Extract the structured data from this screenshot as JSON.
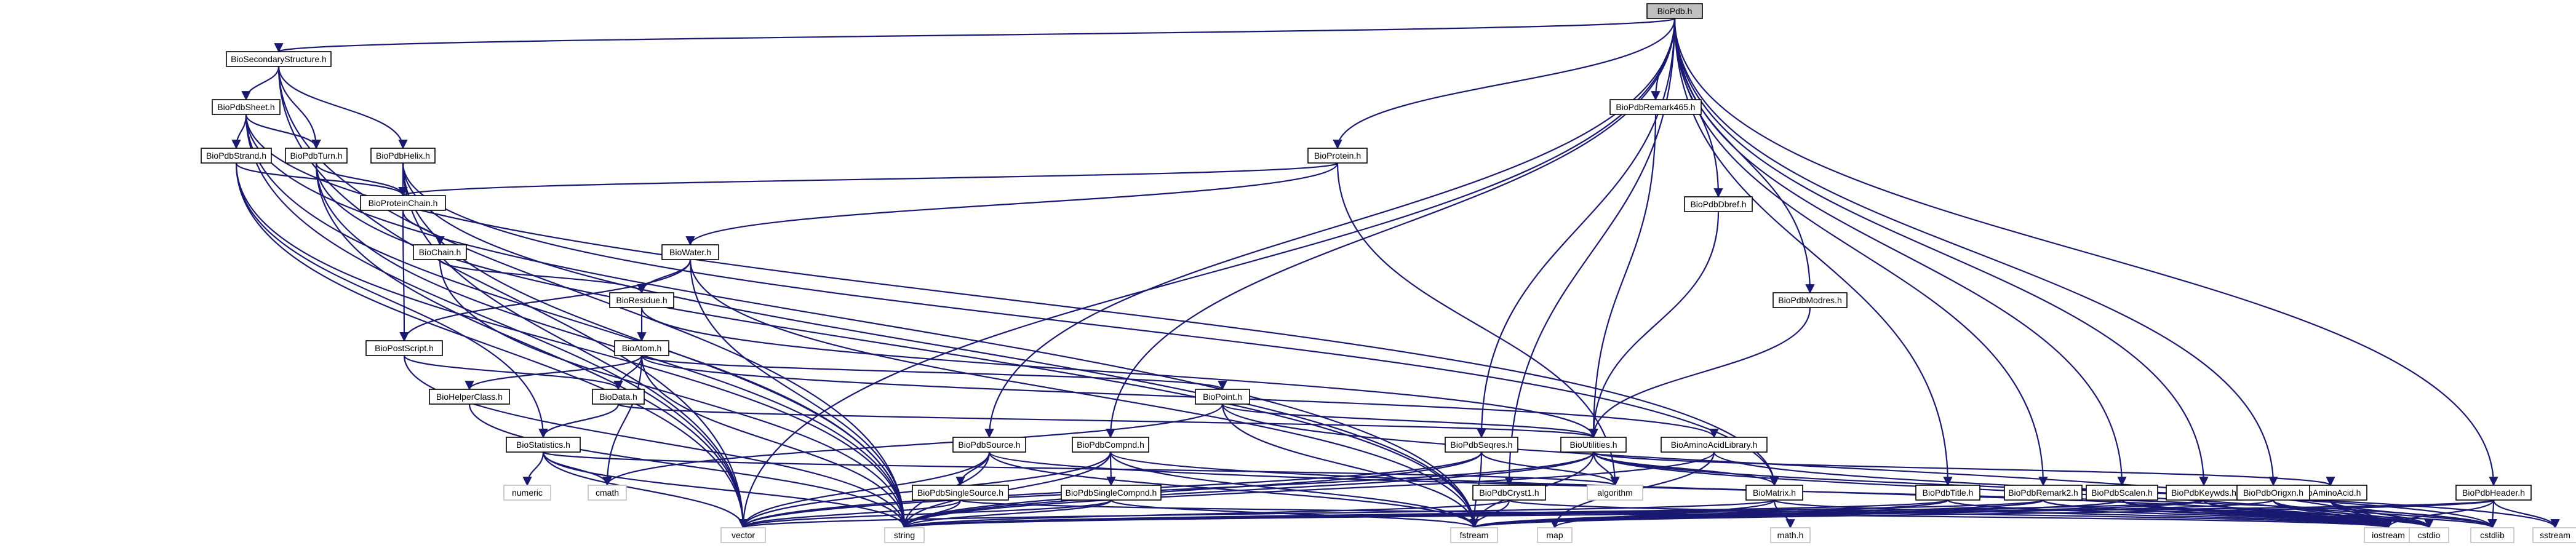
{
  "diagram": {
    "type": "include-dependency-graph",
    "root": "BioPdb.h",
    "nodes": [
      {
        "id": "BioPdb",
        "label": "BioPdb.h",
        "kind": "root"
      },
      {
        "id": "BioSecondaryStructure",
        "label": "BioSecondaryStructure.h",
        "kind": "file"
      },
      {
        "id": "BioPdbSheet",
        "label": "BioPdbSheet.h",
        "kind": "file"
      },
      {
        "id": "BioPdbStrand",
        "label": "BioPdbStrand.h",
        "kind": "file"
      },
      {
        "id": "BioPdbTurn",
        "label": "BioPdbTurn.h",
        "kind": "file"
      },
      {
        "id": "BioPdbHelix",
        "label": "BioPdbHelix.h",
        "kind": "file"
      },
      {
        "id": "BioProteinChain",
        "label": "BioProteinChain.h",
        "kind": "file"
      },
      {
        "id": "BioChain",
        "label": "BioChain.h",
        "kind": "file"
      },
      {
        "id": "BioProtein",
        "label": "BioProtein.h",
        "kind": "file"
      },
      {
        "id": "BioWater",
        "label": "BioWater.h",
        "kind": "file"
      },
      {
        "id": "BioResidue",
        "label": "BioResidue.h",
        "kind": "file"
      },
      {
        "id": "BioPostScript",
        "label": "BioPostScript.h",
        "kind": "file"
      },
      {
        "id": "BioAtom",
        "label": "BioAtom.h",
        "kind": "file"
      },
      {
        "id": "BioHelperClass",
        "label": "BioHelperClass.h",
        "kind": "file"
      },
      {
        "id": "BioData",
        "label": "BioData.h",
        "kind": "file"
      },
      {
        "id": "BioStatistics",
        "label": "BioStatistics.h",
        "kind": "file"
      },
      {
        "id": "BioPoint",
        "label": "BioPoint.h",
        "kind": "file"
      },
      {
        "id": "BioPdbRemark465",
        "label": "BioPdbRemark465.h",
        "kind": "file"
      },
      {
        "id": "BioPdbDbref",
        "label": "BioPdbDbref.h",
        "kind": "file"
      },
      {
        "id": "BioPdbModres",
        "label": "BioPdbModres.h",
        "kind": "file"
      },
      {
        "id": "BioUtilities",
        "label": "BioUtilities.h",
        "kind": "file"
      },
      {
        "id": "BioAminoAcidLibrary",
        "label": "BioAminoAcidLibrary.h",
        "kind": "file"
      },
      {
        "id": "BioPdbSource",
        "label": "BioPdbSource.h",
        "kind": "file"
      },
      {
        "id": "BioPdbSingleSource",
        "label": "BioPdbSingleSource.h",
        "kind": "file"
      },
      {
        "id": "BioPdbCompnd",
        "label": "BioPdbCompnd.h",
        "kind": "file"
      },
      {
        "id": "BioPdbSingleCompnd",
        "label": "BioPdbSingleCompnd.h",
        "kind": "file"
      },
      {
        "id": "BioPdbSeqres",
        "label": "BioPdbSeqres.h",
        "kind": "file"
      },
      {
        "id": "BioPdbCryst1",
        "label": "BioPdbCryst1.h",
        "kind": "file"
      },
      {
        "id": "BioMatrix",
        "label": "BioMatrix.h",
        "kind": "file"
      },
      {
        "id": "BioAminoAcid",
        "label": "BioAminoAcid.h",
        "kind": "file"
      },
      {
        "id": "BioPdbTitle",
        "label": "BioPdbTitle.h",
        "kind": "file"
      },
      {
        "id": "BioPdbRemark2",
        "label": "BioPdbRemark2.h",
        "kind": "file"
      },
      {
        "id": "BioPdbScaleн",
        "label": "BioPdbScalen.h",
        "kind": "file"
      },
      {
        "id": "BioPdbKeywds",
        "label": "BioPdbKeywds.h",
        "kind": "file"
      },
      {
        "id": "BioPdbOrigxn",
        "label": "BioPdbOrigxn.h",
        "kind": "file"
      },
      {
        "id": "BioPdbHeader",
        "label": "BioPdbHeader.h",
        "kind": "file"
      },
      {
        "id": "numeric",
        "label": "numeric",
        "kind": "system"
      },
      {
        "id": "cmath",
        "label": "cmath",
        "kind": "system"
      },
      {
        "id": "algorithm",
        "label": "algorithm",
        "kind": "system"
      },
      {
        "id": "vector",
        "label": "vector",
        "kind": "system"
      },
      {
        "id": "string",
        "label": "string",
        "kind": "system"
      },
      {
        "id": "map",
        "label": "map",
        "kind": "system"
      },
      {
        "id": "math_h",
        "label": "math.h",
        "kind": "system"
      },
      {
        "id": "fstream",
        "label": "fstream",
        "kind": "system"
      },
      {
        "id": "iostream",
        "label": "iostream",
        "kind": "system"
      },
      {
        "id": "cstdio",
        "label": "cstdio",
        "kind": "system"
      },
      {
        "id": "cstdlib",
        "label": "cstdlib",
        "kind": "system"
      },
      {
        "id": "sstream",
        "label": "sstream",
        "kind": "system"
      }
    ],
    "edges": [
      [
        "BioPdb",
        "BioSecondaryStructure"
      ],
      [
        "BioPdb",
        "BioProtein"
      ],
      [
        "BioPdb",
        "BioPdbRemark465"
      ],
      [
        "BioPdb",
        "BioPdbDbref"
      ],
      [
        "BioPdb",
        "BioPdbModres"
      ],
      [
        "BioPdb",
        "BioPdbSource"
      ],
      [
        "BioPdb",
        "BioPdbCompnd"
      ],
      [
        "BioPdb",
        "BioPdbSeqres"
      ],
      [
        "BioPdb",
        "BioPdbCryst1"
      ],
      [
        "BioPdb",
        "BioPdbTitle"
      ],
      [
        "BioPdb",
        "BioPdbRemark2"
      ],
      [
        "BioPdb",
        "BioPdbScaleн"
      ],
      [
        "BioPdb",
        "BioPdbKeywds"
      ],
      [
        "BioPdb",
        "BioPdbOrigxn"
      ],
      [
        "BioPdb",
        "BioPdbHeader"
      ],
      [
        "BioPdb",
        "vector"
      ],
      [
        "BioSecondaryStructure",
        "BioPdbSheet"
      ],
      [
        "BioSecondaryStructure",
        "BioPdbTurn"
      ],
      [
        "BioSecondaryStructure",
        "BioPdbHelix"
      ],
      [
        "BioSecondaryStructure",
        "vector"
      ],
      [
        "BioSecondaryStructure",
        "string"
      ],
      [
        "BioPdbSheet",
        "BioPdbStrand"
      ],
      [
        "BioPdbSheet",
        "BioPdbTurn"
      ],
      [
        "BioPdbSheet",
        "BioMatrix"
      ],
      [
        "BioPdbSheet",
        "vector"
      ],
      [
        "BioPdbSheet",
        "string"
      ],
      [
        "BioPdbSheet",
        "fstream"
      ],
      [
        "BioPdbStrand",
        "BioProteinChain"
      ],
      [
        "BioPdbStrand",
        "BioStatistics"
      ],
      [
        "BioPdbStrand",
        "vector"
      ],
      [
        "BioPdbStrand",
        "string"
      ],
      [
        "BioPdbTurn",
        "BioProteinChain"
      ],
      [
        "BioPdbTurn",
        "fstream"
      ],
      [
        "BioPdbTurn",
        "string"
      ],
      [
        "BioPdbTurn",
        "vector"
      ],
      [
        "BioPdbHelix",
        "BioProteinChain"
      ],
      [
        "BioPdbHelix",
        "BioMatrix"
      ],
      [
        "BioPdbHelix",
        "fstream"
      ],
      [
        "BioPdbHelix",
        "string"
      ],
      [
        "BioPdbHelix",
        "vector"
      ],
      [
        "BioProtein",
        "BioProteinChain"
      ],
      [
        "BioProtein",
        "BioWater"
      ],
      [
        "BioProtein",
        "algorithm"
      ],
      [
        "BioProteinChain",
        "BioChain"
      ],
      [
        "BioProteinChain",
        "BioPostScript"
      ],
      [
        "BioChain",
        "BioResidue"
      ],
      [
        "BioChain",
        "string"
      ],
      [
        "BioWater",
        "BioResidue"
      ],
      [
        "BioWater",
        "BioPostScript"
      ],
      [
        "BioWater",
        "fstream"
      ],
      [
        "BioWater",
        "string"
      ],
      [
        "BioResidue",
        "BioAtom"
      ],
      [
        "BioResidue",
        "BioUtilities"
      ],
      [
        "BioPostScript",
        "BioData"
      ],
      [
        "BioPostScript",
        "string"
      ],
      [
        "BioAtom",
        "BioHelperClass"
      ],
      [
        "BioAtom",
        "BioData"
      ],
      [
        "BioAtom",
        "BioPoint"
      ],
      [
        "BioAtom",
        "cmath"
      ],
      [
        "BioAtom",
        "BioAminoAcidLibrary"
      ],
      [
        "BioAtom",
        "string"
      ],
      [
        "BioHelperClass",
        "string"
      ],
      [
        "BioData",
        "BioStatistics"
      ],
      [
        "BioData",
        "BioUtilities"
      ],
      [
        "BioStatistics",
        "numeric"
      ],
      [
        "BioStatistics",
        "cmath"
      ],
      [
        "BioStatistics",
        "vector"
      ],
      [
        "BioStatistics",
        "string"
      ],
      [
        "BioStatistics",
        "algorithm"
      ],
      [
        "BioPoint",
        "BioUtilities"
      ],
      [
        "BioPoint",
        "cmath"
      ],
      [
        "BioPoint",
        "fstream"
      ],
      [
        "BioPoint",
        "iostream"
      ],
      [
        "BioPdbRemark465",
        "BioUtilities"
      ],
      [
        "BioPdbDbref",
        "BioUtilities"
      ],
      [
        "BioPdbModres",
        "BioUtilities"
      ],
      [
        "BioUtilities",
        "string"
      ],
      [
        "BioUtilities",
        "vector"
      ],
      [
        "BioUtilities",
        "algorithm"
      ],
      [
        "BioUtilities",
        "BioMatrix"
      ],
      [
        "BioUtilities",
        "BioAminoAcid"
      ],
      [
        "BioUtilities",
        "fstream"
      ],
      [
        "BioUtilities",
        "iostream"
      ],
      [
        "BioUtilities",
        "sstream"
      ],
      [
        "BioAminoAcidLibrary",
        "map"
      ],
      [
        "BioAminoAcidLibrary",
        "string"
      ],
      [
        "BioAminoAcidLibrary",
        "cstdlib"
      ],
      [
        "BioPdbSource",
        "BioPdbSingleSource"
      ],
      [
        "BioPdbSource",
        "vector"
      ],
      [
        "BioPdbSource",
        "string"
      ],
      [
        "BioPdbSource",
        "fstream"
      ],
      [
        "BioPdbSource",
        "cstdlib"
      ],
      [
        "BioPdbSingleSource",
        "string"
      ],
      [
        "BioPdbSingleSource",
        "vector"
      ],
      [
        "BioPdbSingleSource",
        "iostream"
      ],
      [
        "BioPdbCompnd",
        "BioPdbSingleCompnd"
      ],
      [
        "BioPdbCompnd",
        "vector"
      ],
      [
        "BioPdbCompnd",
        "string"
      ],
      [
        "BioPdbCompnd",
        "fstream"
      ],
      [
        "BioPdbCompnd",
        "iostream"
      ],
      [
        "BioPdbSingleCompnd",
        "string"
      ],
      [
        "BioPdbSingleCompnd",
        "vector"
      ],
      [
        "BioPdbSingleCompnd",
        "fstream"
      ],
      [
        "BioPdbSeqres",
        "string"
      ],
      [
        "BioPdbSeqres",
        "vector"
      ],
      [
        "BioPdbSeqres",
        "fstream"
      ],
      [
        "BioPdbSeqres",
        "algorithm"
      ],
      [
        "BioPdbCryst1",
        "string"
      ],
      [
        "BioPdbCryst1",
        "fstream"
      ],
      [
        "BioPdbCryst1",
        "iostream"
      ],
      [
        "BioMatrix",
        "math_h"
      ],
      [
        "BioMatrix",
        "iostream"
      ],
      [
        "BioMatrix",
        "map"
      ],
      [
        "BioMatrix",
        "vector"
      ],
      [
        "BioAminoAcid",
        "iostream"
      ],
      [
        "BioAminoAcid",
        "cstdio"
      ],
      [
        "BioAminoAcid",
        "cstdlib"
      ],
      [
        "BioPdbTitle",
        "string"
      ],
      [
        "BioPdbTitle",
        "fstream"
      ],
      [
        "BioPdbTitle",
        "iostream"
      ],
      [
        "BioPdbRemark2",
        "string"
      ],
      [
        "BioPdbRemark2",
        "fstream"
      ],
      [
        "BioPdbRemark2",
        "iostream"
      ],
      [
        "BioPdbRemark2",
        "cstdio"
      ],
      [
        "BioPdbScaleн",
        "fstream"
      ],
      [
        "BioPdbScaleн",
        "iostream"
      ],
      [
        "BioPdbScaleн",
        "cstdio"
      ],
      [
        "BioPdbScaleн",
        "cstdlib"
      ],
      [
        "BioPdbKeywds",
        "string"
      ],
      [
        "BioPdbKeywds",
        "fstream"
      ],
      [
        "BioPdbKeywds",
        "iostream"
      ],
      [
        "BioPdbKeywds",
        "cstdio"
      ],
      [
        "BioPdbOrigxn",
        "fstream"
      ],
      [
        "BioPdbOrigxn",
        "iostream"
      ],
      [
        "BioPdbOrigxn",
        "cstdio"
      ],
      [
        "BioPdbOrigxn",
        "cstdlib"
      ],
      [
        "BioPdbHeader",
        "string"
      ],
      [
        "BioPdbHeader",
        "fstream"
      ],
      [
        "BioPdbHeader",
        "iostream"
      ],
      [
        "BioPdbHeader",
        "cstdlib"
      ],
      [
        "BioPdbHeader",
        "sstream"
      ]
    ]
  }
}
